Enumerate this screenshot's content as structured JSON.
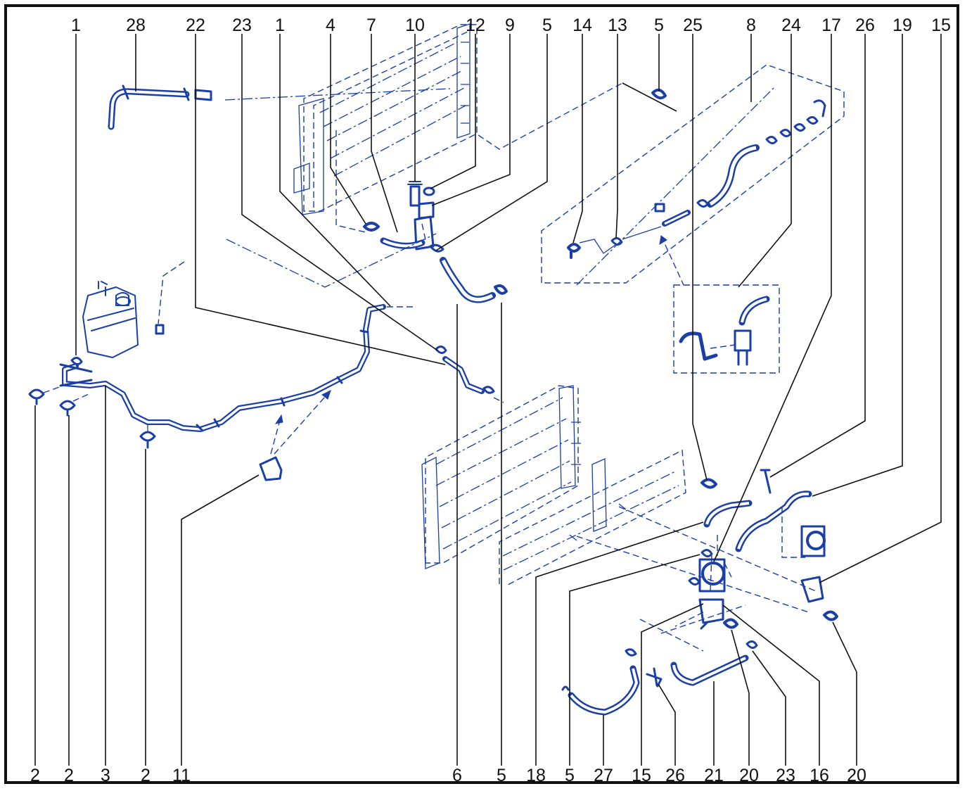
{
  "colors": {
    "parts": "#1a3fa6",
    "labels": "#111111",
    "frame": "#111111",
    "background": "#ffffff"
  },
  "labels_top": [
    "1",
    "28",
    "22",
    "23",
    "1",
    "4",
    "7",
    "10",
    "12",
    "9",
    "5",
    "14",
    "13",
    "5",
    "25",
    "8",
    "24",
    "17",
    "26",
    "19",
    "15"
  ],
  "labels_bottom": [
    "2",
    "2",
    "3",
    "2",
    "11",
    "6",
    "5",
    "18",
    "5",
    "27",
    "15",
    "26",
    "21",
    "20",
    "23",
    "16",
    "20"
  ]
}
